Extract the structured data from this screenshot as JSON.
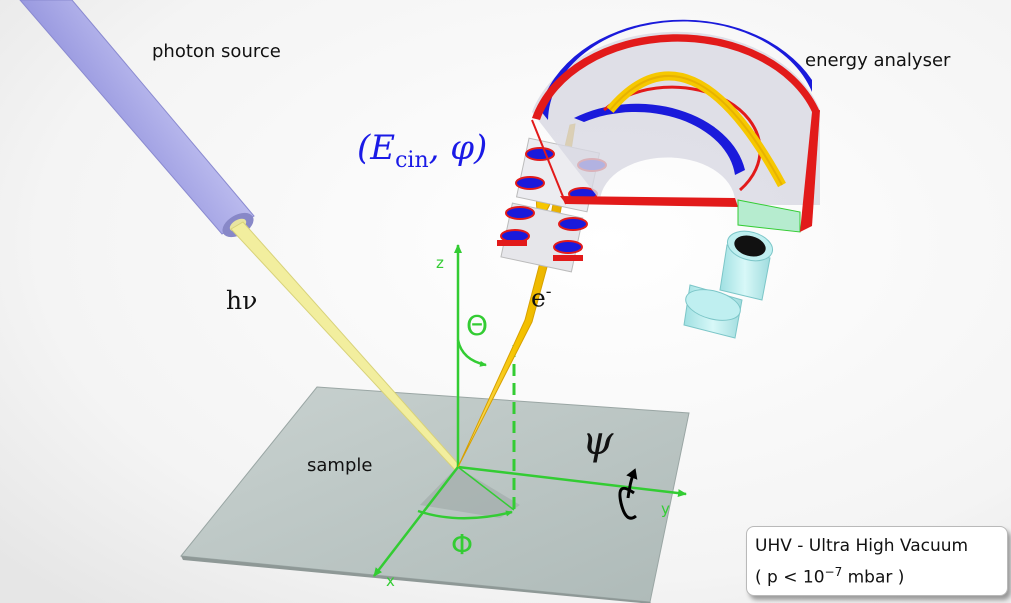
{
  "labels": {
    "photon_source": "photon source",
    "energy_analyser": "energy analyser",
    "photon": "hν",
    "electron": "e",
    "electron_sup": "-",
    "e_cin_formula": "(E",
    "e_cin_sub": "cin",
    "e_cin_tail": ", φ)",
    "theta": "Θ",
    "phi": "Φ",
    "psi": "ψ",
    "sample": "sample",
    "axis_x": "x",
    "axis_y": "y",
    "axis_z": "z"
  },
  "vacuum_box": {
    "line1": "UHV - Ultra High Vacuum",
    "line2_pre": "( p < 10",
    "line2_exp": "−7",
    "line2_post": " mbar )"
  },
  "colors": {
    "axis": "#33cc33",
    "electron_beam": "#f6c800",
    "photon_beam": "#f2ee9e",
    "source_tube": "#b4b4ee",
    "analyser_blue": "#1a1adb",
    "analyser_red": "#e21a1a",
    "detector": "#bfeff0",
    "sample_plate": "#b9c4c2",
    "formula": "#1a1ae6"
  }
}
